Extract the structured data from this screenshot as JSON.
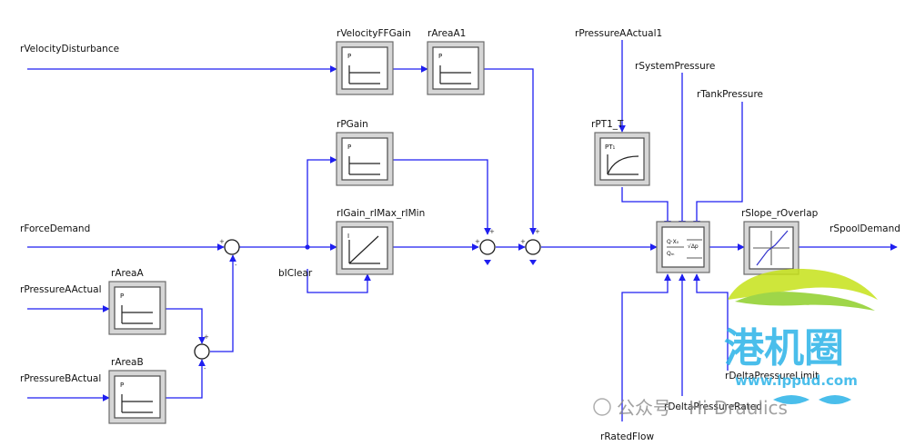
{
  "inputs": {
    "velocity_disturbance": "rVelocityDisturbance",
    "force_demand": "rForceDemand",
    "pressure_a_actual": "rPressureAActual",
    "pressure_b_actual": "rPressureBActual",
    "pressure_a_actual1": "rPressureAActual1",
    "system_pressure": "rSystemPressure",
    "tank_pressure": "rTankPressure",
    "rated_flow": "rRatedFlow",
    "delta_pressure_rated": "rDeltaPressureRated",
    "delta_pressure_limit": "rDeltaPressureLimit",
    "i_clear": "bIClear"
  },
  "outputs": {
    "spool_demand": "rSpoolDemand"
  },
  "blocks": {
    "velocity_ff_gain": {
      "label": "rVelocityFFGain",
      "glyph": "P"
    },
    "area_a1": {
      "label": "rAreaA1",
      "glyph": "P"
    },
    "p_gain": {
      "label": "rPGain",
      "glyph": "P"
    },
    "i_gain": {
      "label": "rIGain_rIMax_rIMin",
      "glyph": "I"
    },
    "area_a": {
      "label": "rAreaA",
      "glyph": "P"
    },
    "area_b": {
      "label": "rAreaB",
      "glyph": "P"
    },
    "pt1": {
      "label": "rPT1_T",
      "glyph": "PT1"
    },
    "flow_calc": {
      "label": "",
      "glyph": "flow-formula"
    },
    "slope_overlap": {
      "label": "rSlope_rOverlap",
      "glyph": "dead-band"
    }
  },
  "watermark": {
    "chars": "港机圈",
    "url": "www.ippud.com",
    "brand": "公众号 · Hi-Draulics"
  },
  "colors": {
    "wire": "#1f1ff0",
    "block_outer": "#d6d6d6",
    "watermark": "#2bb3e8"
  }
}
